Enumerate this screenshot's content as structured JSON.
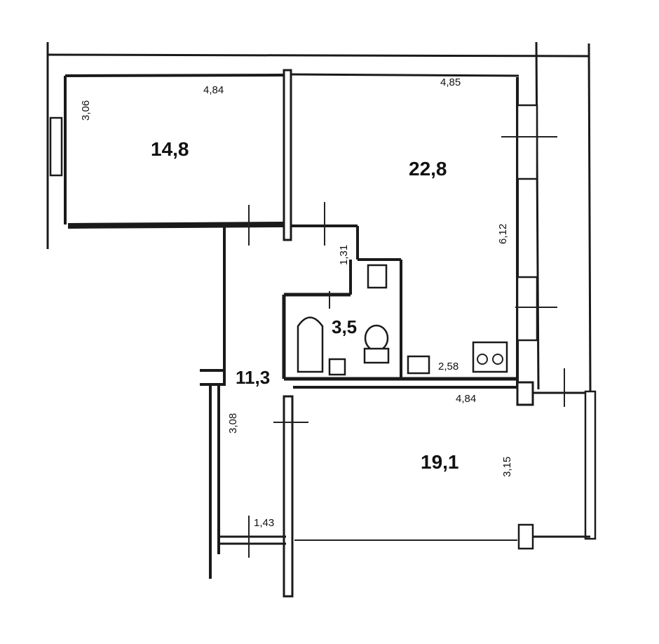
{
  "rooms": {
    "room_a": "14,8",
    "room_b": "22,8",
    "bathroom": "3,5",
    "hall": "11,3",
    "room_c": "19,1"
  },
  "dimensions": {
    "a_width": "4,84",
    "a_depth": "3,06",
    "b_width": "4,85",
    "b_depth": "6,12",
    "bath_depth": "1,31",
    "b_lower": "2,58",
    "c_width": "4,84",
    "c_depth": "3,15",
    "hall_depth": "3,08",
    "hall_width": "1,43"
  }
}
